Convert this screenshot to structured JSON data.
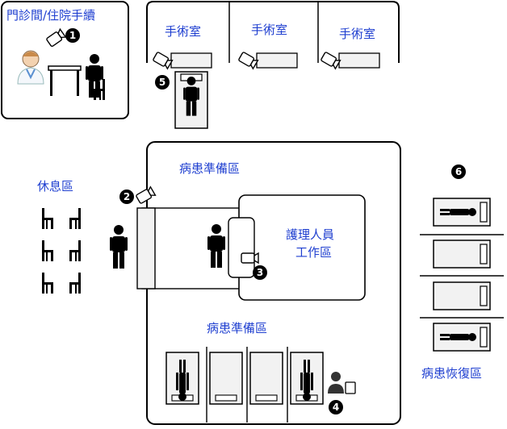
{
  "labels": {
    "clinic": "門診間/住院手續",
    "or1": "手術室",
    "or2": "手術室",
    "or3": "手術室",
    "prep_top": "病患準備區",
    "rest": "休息區",
    "nurse_line1": "護理人員",
    "nurse_line2": "工作區",
    "prep_bottom": "病患準備區",
    "recovery": "病患恢復區"
  },
  "markers": [
    "1",
    "2",
    "3",
    "4",
    "5",
    "6"
  ],
  "colors": {
    "label": "#1f3fd0",
    "line": "#000000",
    "bed_fill": "#f2f2f2"
  }
}
